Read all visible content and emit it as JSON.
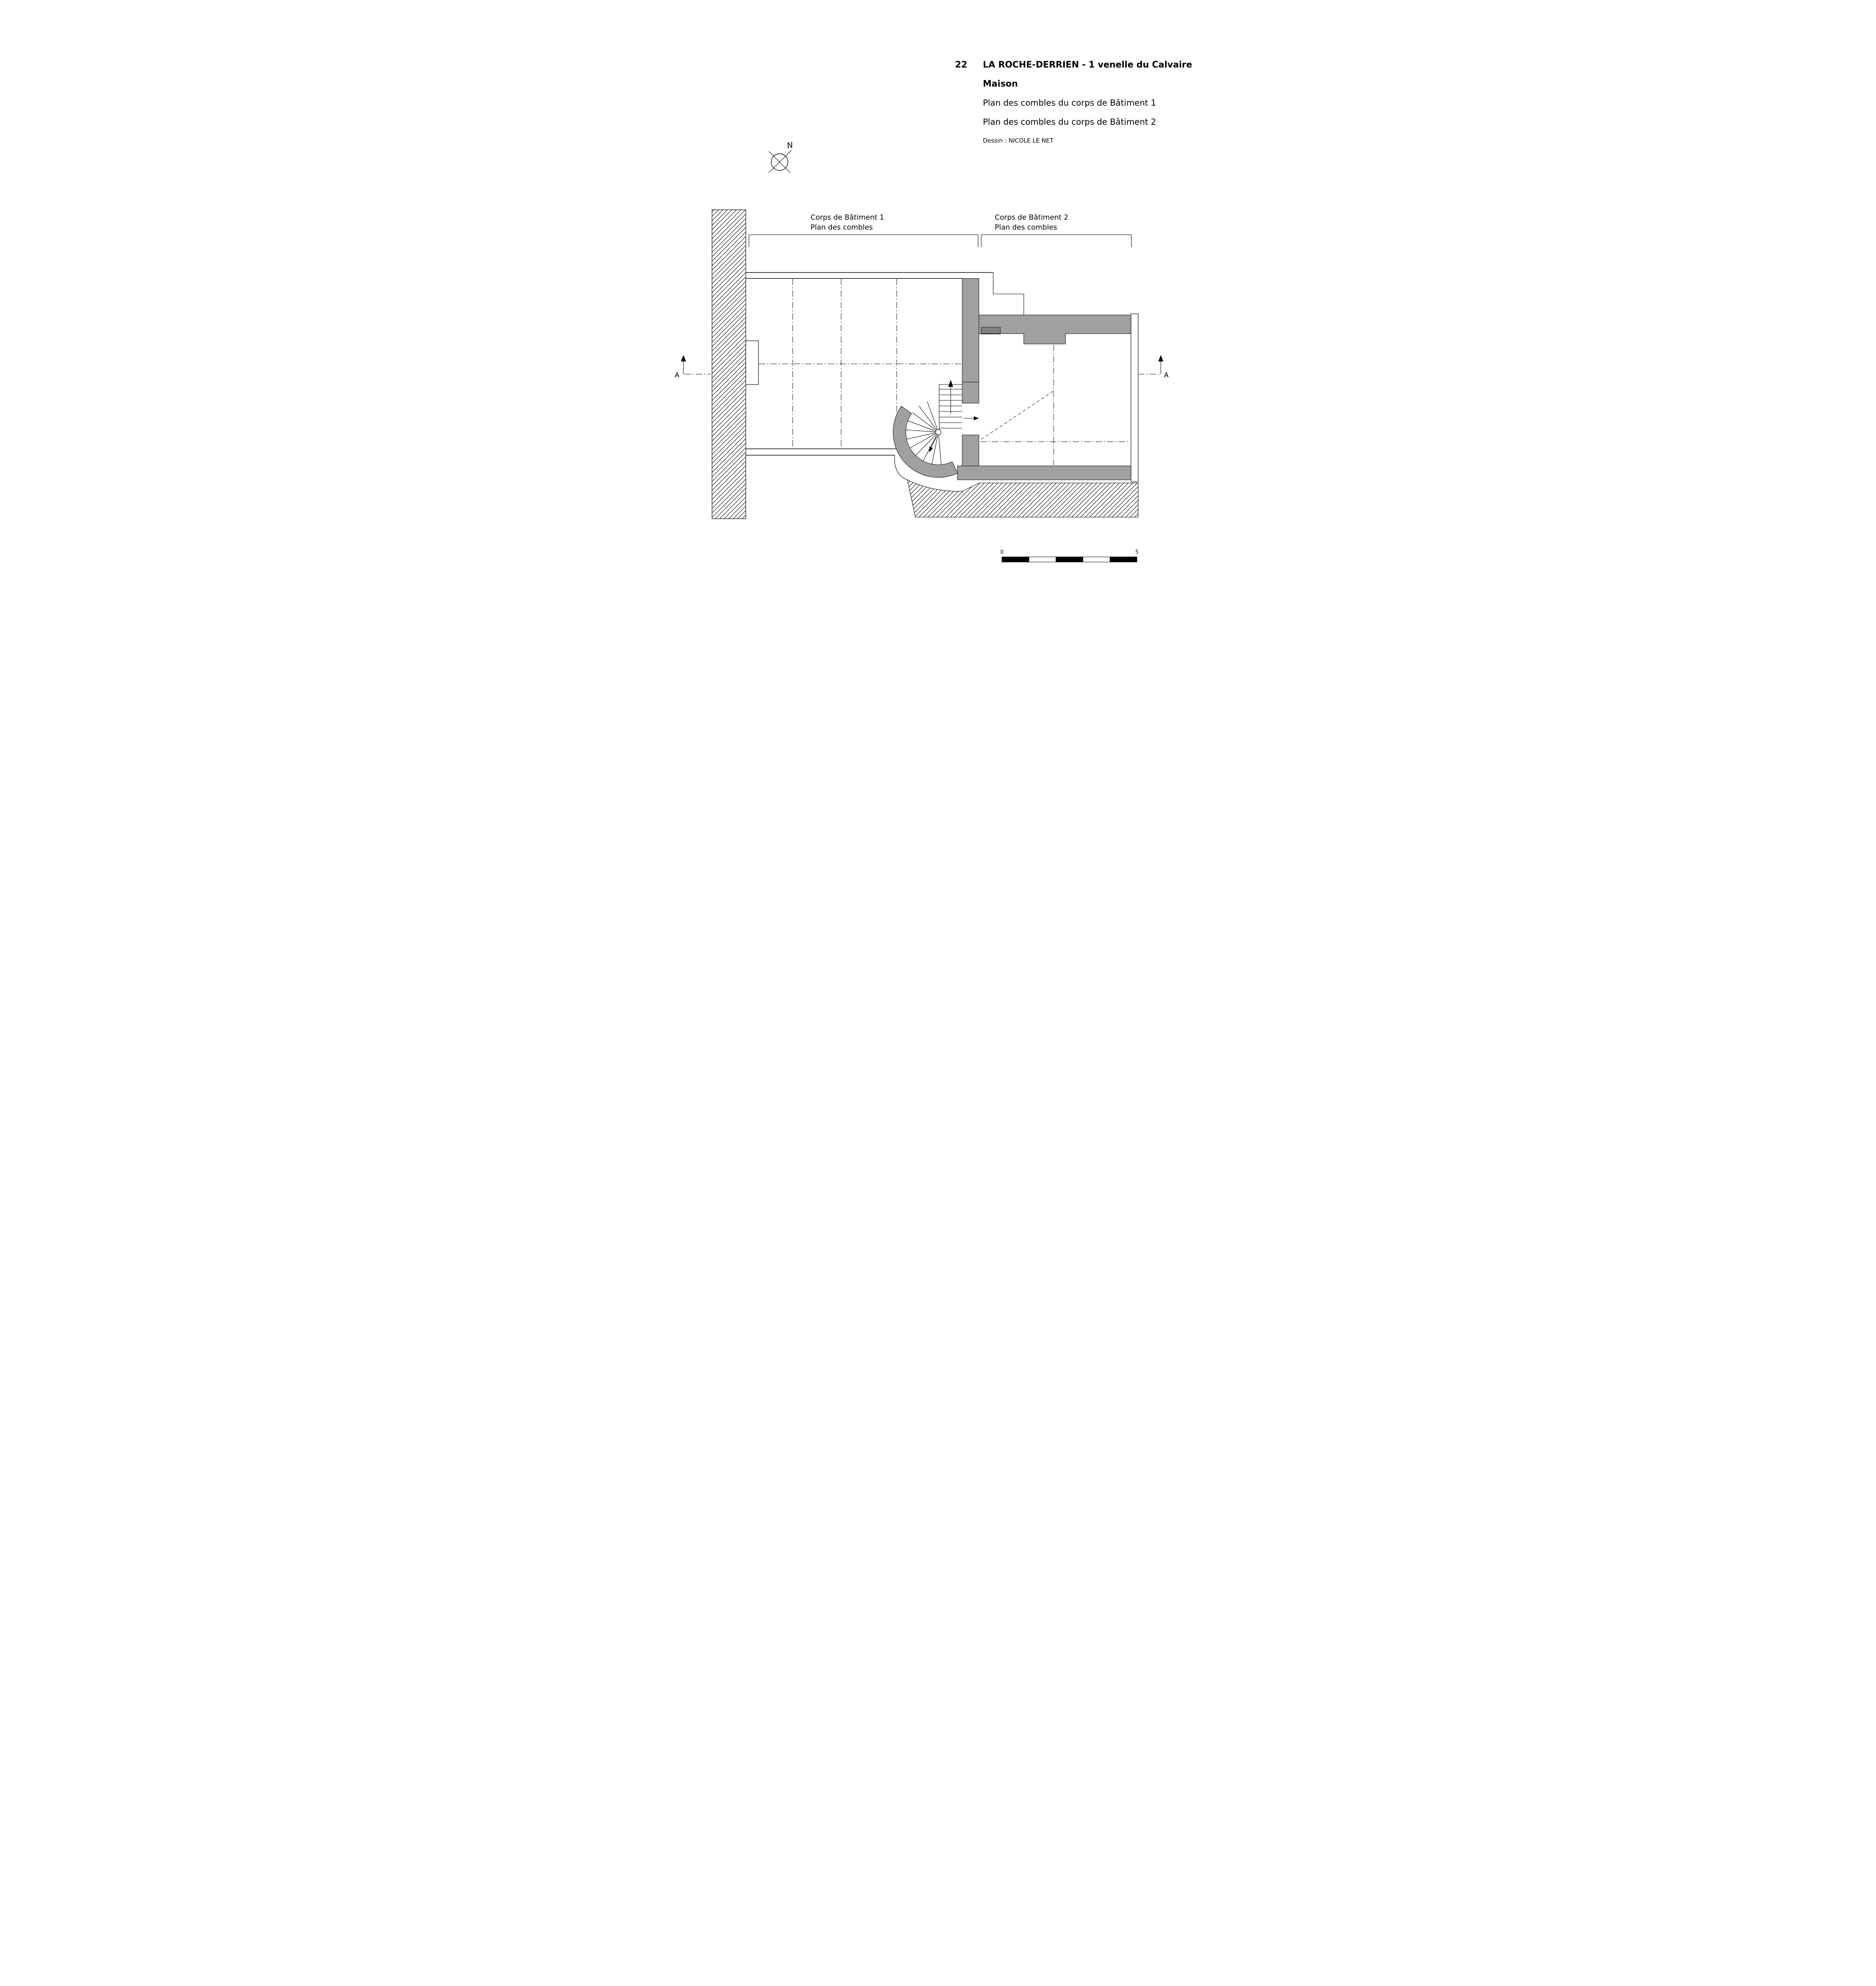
{
  "header": {
    "figure_number": "22",
    "title": "LA ROCHE-DERRIEN - 1 venelle du Calvaire",
    "subtitle": "Maison",
    "caption_line1": "Plan des combles du corps de Bâtiment 1",
    "caption_line2": "Plan des combles du corps de Bâtiment 2",
    "credit": "Dessin : NICOLE LE NET"
  },
  "plan": {
    "north_label": "N",
    "building1_label_line1": "Corps de Bâtiment 1",
    "building1_label_line2": "Plan des combles",
    "building2_label_line1": "Corps de Bâtiment 2",
    "building2_label_line2": "Plan des combles",
    "section_marker_left": "A",
    "section_marker_right": "A"
  },
  "scale_bar": {
    "start_label": "0",
    "end_label": "5"
  },
  "colors": {
    "wall_fill": "#a0a0a0",
    "line": "#000000",
    "background": "#ffffff"
  }
}
